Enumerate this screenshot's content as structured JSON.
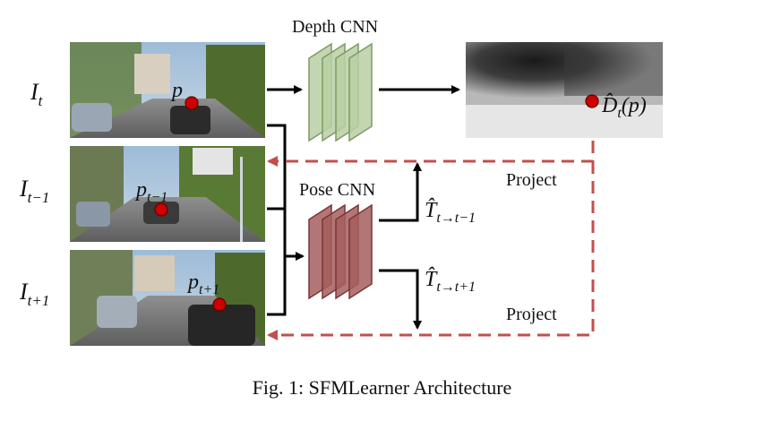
{
  "depth_cnn_label": "Depth CNN",
  "pose_cnn_label": "Pose CNN",
  "project_label_top": "Project",
  "project_label_bottom": "Project",
  "frames": [
    {
      "symbol": "I",
      "subscript": "t",
      "point_symbol": "p",
      "point_subscript": ""
    },
    {
      "symbol": "I",
      "subscript": "t−1",
      "point_symbol": "p",
      "point_subscript": "t−1"
    },
    {
      "symbol": "I",
      "subscript": "t+1",
      "point_symbol": "p",
      "point_subscript": "t+1"
    }
  ],
  "depth_output": {
    "symbol": "D̂",
    "subscript": "t",
    "argument": "(p)"
  },
  "pose_outputs": [
    {
      "symbol": "T̂",
      "subscript": "t→t−1"
    },
    {
      "symbol": "T̂",
      "subscript": "t→t+1"
    }
  ],
  "caption": "Fig. 1: SFMLearner Architecture",
  "colors": {
    "depth_cnn": "#b9cfa3",
    "depth_cnn_stroke": "#7e9a63",
    "pose_cnn": "#a65e5e",
    "pose_cnn_stroke": "#7a3535",
    "project_arrow": "#c0504d",
    "point": "#cc0000",
    "arrow": "#000000"
  }
}
